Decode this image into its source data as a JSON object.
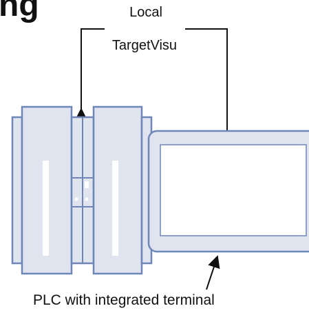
{
  "heading_fragment": "ng",
  "labels": {
    "local": "Local",
    "target_visu": "TargetVisu",
    "plc_caption": "PLC with integrated terminal"
  },
  "colors": {
    "device_fill": "#dfe4ef",
    "device_stroke": "#6f86b8",
    "screen_fill": "#ffffff",
    "line": "#111111"
  }
}
